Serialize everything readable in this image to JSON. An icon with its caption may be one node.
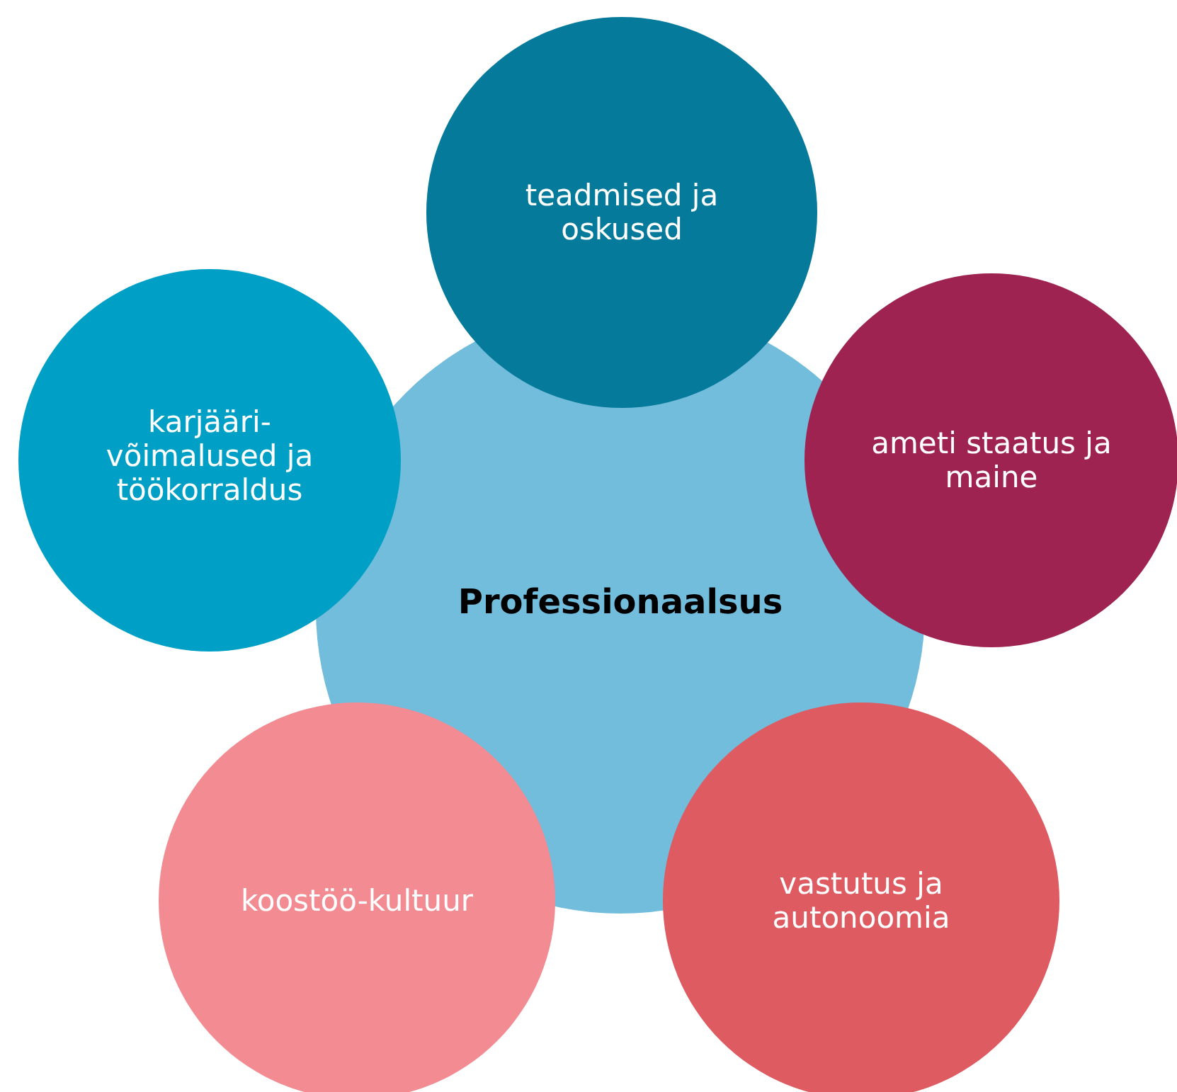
{
  "diagram": {
    "nodes": [
      {
        "text": [
          "Professionaalsus"
        ]
      },
      {
        "text": [
          "teadmised ja oskused"
        ]
      },
      {
        "text": [
          "ameti staatus ja maine"
        ]
      },
      {
        "text": [
          "vastutus ja autonoomia"
        ]
      },
      {
        "text": [
          "koostöö-kultuur"
        ]
      },
      {
        "text": [
          "karjääri- võimalused ja töökorraldus"
        ]
      }
    ]
  }
}
